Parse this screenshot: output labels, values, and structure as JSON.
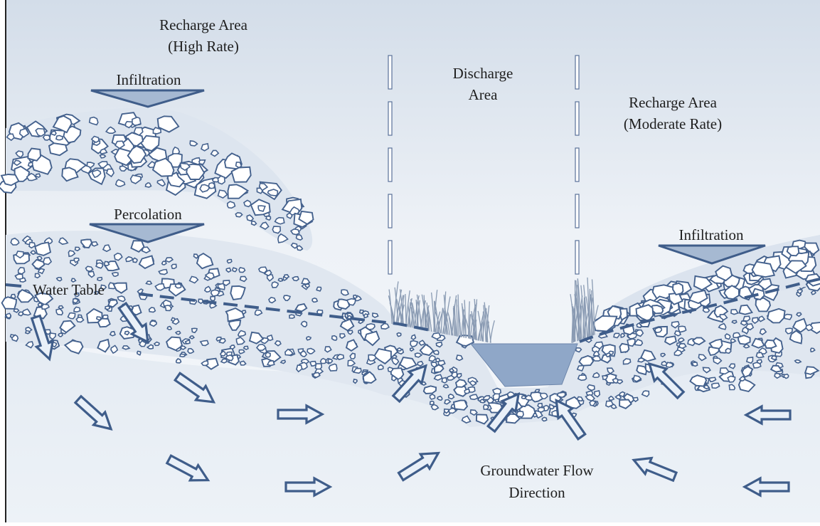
{
  "labels": {
    "recharge_high_line1": "Recharge Area",
    "recharge_high_line2": "(High Rate)",
    "infiltration_left": "Infiltration",
    "percolation": "Percolation",
    "water_table": "Water Table",
    "discharge_line1": "Discharge",
    "discharge_line2": "Area",
    "recharge_moderate_line1": "Recharge Area",
    "recharge_moderate_line2": "(Moderate Rate)",
    "infiltration_right": "Infiltration",
    "flow_line1": "Groundwater Flow",
    "flow_line2": "Direction"
  },
  "colors": {
    "outline": "#44618d",
    "water": "#8fa7c8",
    "arrow_fill": "#e9f0f8",
    "sky_top": "#d3dde9"
  }
}
